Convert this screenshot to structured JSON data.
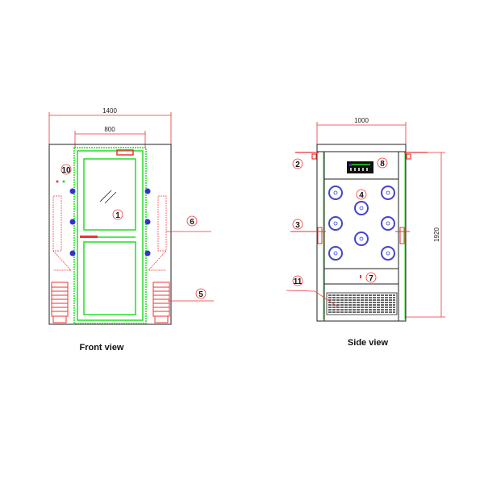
{
  "dimensions": {
    "front_width": "1400",
    "door_width": "800",
    "side_width": "1000",
    "height": "1920"
  },
  "captions": {
    "front": "Front view",
    "side": "Side view"
  },
  "callouts": {
    "c1": "1",
    "c2": "2",
    "c3": "3",
    "c4": "4",
    "c5": "5",
    "c6": "6",
    "c7": "7",
    "c8": "8",
    "c10": "10",
    "c11": "11"
  },
  "colors": {
    "frame": "#222222",
    "door": "#22dd22",
    "annotation": "#ee2222",
    "nozzle": "#3333cc"
  }
}
